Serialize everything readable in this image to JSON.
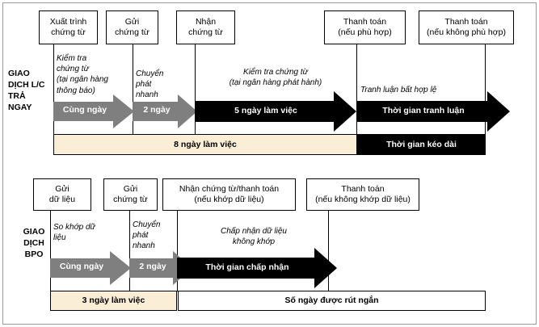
{
  "diagram": {
    "title": "So sanh quy trinh L/C tra ngay va BPO",
    "colors": {
      "gray_arrow": "#7f7f7f",
      "black_arrow": "#000000",
      "cream_bar": "#fbeed7",
      "border": "#000000",
      "frame": "#9a9a9a"
    }
  },
  "lc_section": {
    "label": "GIAO\nDỊCH L/C\nTRẢ\nNGAY",
    "label_lines": [
      "GIAO",
      "DỊCH L/C",
      "TRẢ",
      "NGAY"
    ],
    "nodes": [
      {
        "id": "lc-node-1",
        "text": "Xuất trình\nchứng từ"
      },
      {
        "id": "lc-node-2",
        "text": "Gửi\nchứng từ"
      },
      {
        "id": "lc-node-3",
        "text": "Nhận\nchứng từ"
      },
      {
        "id": "lc-node-4",
        "text": "Thanh toán\n(nếu phù hợp)"
      },
      {
        "id": "lc-node-5",
        "text": "Thanh toán\n(nếu không phù hợp)"
      }
    ],
    "captions": [
      {
        "id": "lc-caption-1",
        "text": "Kiểm tra\nchứng từ\n(tại ngân hàng\nthông báo)"
      },
      {
        "id": "lc-caption-2",
        "text": "Chuyển\nphát\nnhanh"
      },
      {
        "id": "lc-caption-3",
        "text": "Kiểm tra chứng từ\n(tại ngân hàng phát hành)"
      },
      {
        "id": "lc-caption-4",
        "text": "Tranh luận bất hợp lệ"
      }
    ],
    "arrows": [
      {
        "id": "lc-arrow-1",
        "label": "Cùng ngày",
        "style": "gray"
      },
      {
        "id": "lc-arrow-2",
        "label": "2 ngày",
        "style": "gray"
      },
      {
        "id": "lc-arrow-3",
        "label": "5 ngày làm việc",
        "style": "black"
      },
      {
        "id": "lc-arrow-4",
        "label": "Thời gian tranh luận",
        "style": "black"
      }
    ],
    "bars": [
      {
        "id": "lc-bar-total",
        "label": "8 ngày làm việc",
        "style": "cream"
      },
      {
        "id": "lc-bar-extended",
        "label": "Thời gian kéo dài",
        "style": "black"
      }
    ]
  },
  "bpo_section": {
    "label": "GIAO\nDỊCH\nBPO",
    "label_lines": [
      "GIAO",
      "DỊCH",
      "BPO"
    ],
    "nodes": [
      {
        "id": "bpo-node-1",
        "text": "Gửi\ndữ liệu"
      },
      {
        "id": "bpo-node-2",
        "text": "Gửi\nchứng từ"
      },
      {
        "id": "bpo-node-3",
        "text": "Nhận chứng từ/thanh toán\n(nếu khớp dữ liệu)"
      },
      {
        "id": "bpo-node-4",
        "text": "Thanh toán\n(nếu không khớp dữ liệu)"
      }
    ],
    "captions": [
      {
        "id": "bpo-caption-1",
        "text": "So khớp dữ\nliệu"
      },
      {
        "id": "bpo-caption-2",
        "text": "Chuyển\nphát\nnhanh"
      },
      {
        "id": "bpo-caption-3",
        "text": "Chấp nhận dữ liệu\nkhông khớp"
      }
    ],
    "arrows": [
      {
        "id": "bpo-arrow-1",
        "label": "Cùng ngày",
        "style": "gray"
      },
      {
        "id": "bpo-arrow-2",
        "label": "2 ngày",
        "style": "gray"
      },
      {
        "id": "bpo-arrow-3",
        "label": "Thời gian chấp nhận",
        "style": "black"
      }
    ],
    "bars": [
      {
        "id": "bpo-bar-total",
        "label": "3 ngày làm việc",
        "style": "cream"
      },
      {
        "id": "bpo-bar-saved",
        "label": "Số ngày được rút ngắn",
        "style": "white"
      }
    ]
  }
}
